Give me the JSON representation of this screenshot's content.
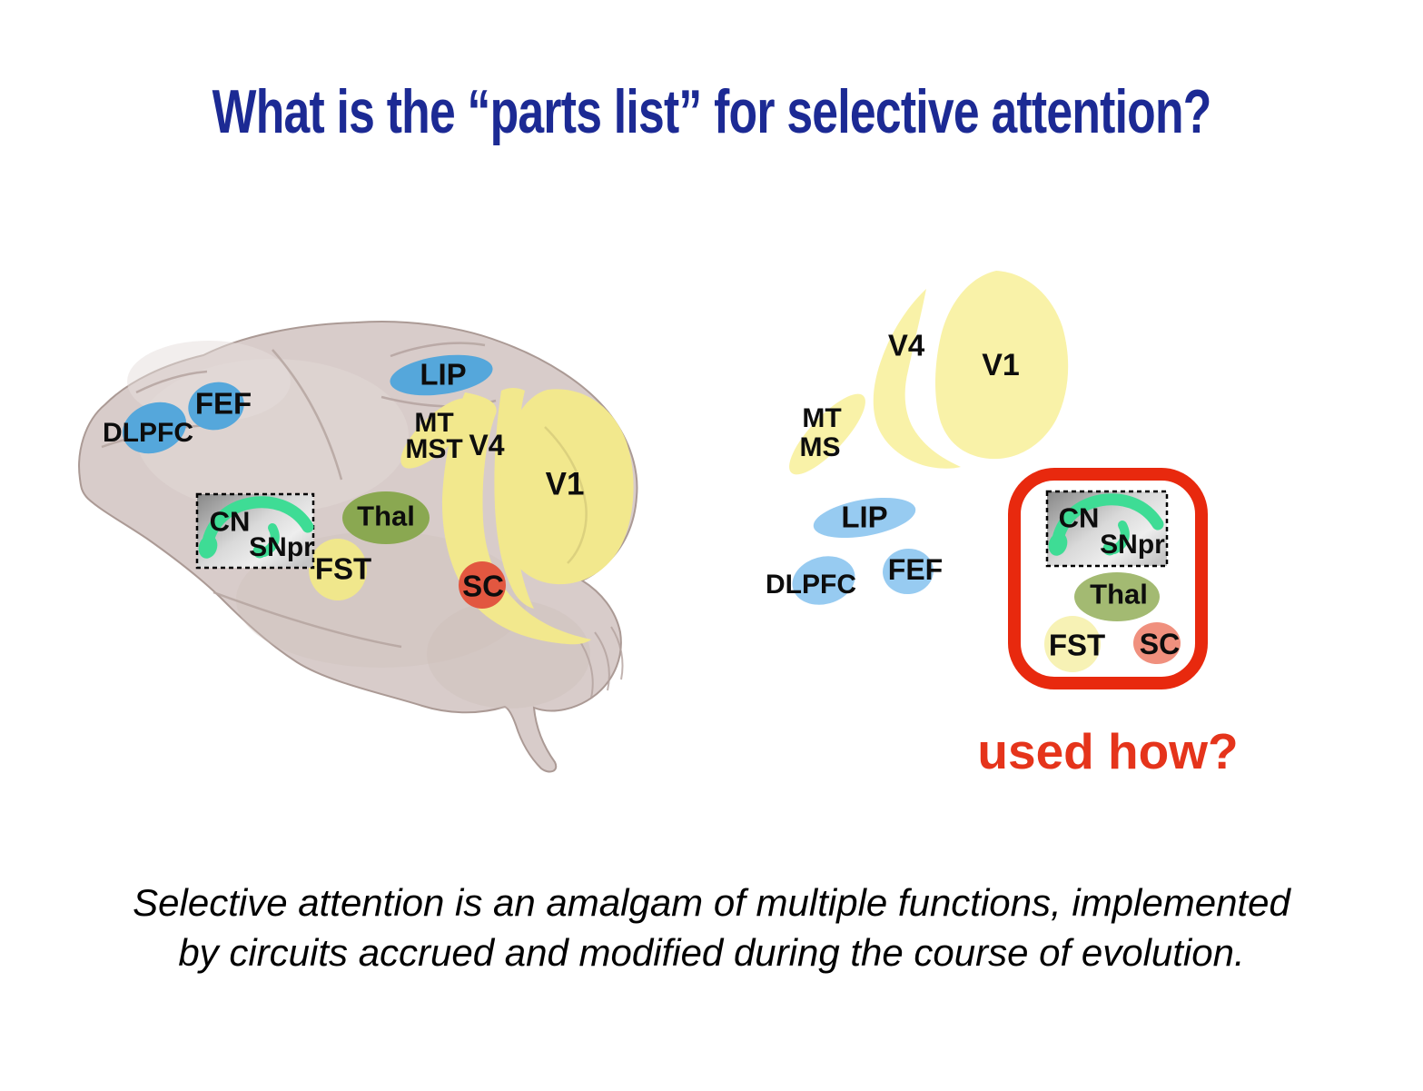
{
  "slide": {
    "title": "What is the “parts list” for selective attention?",
    "question": "used how?",
    "caption": {
      "line1": "Selective attention is an amalgam of multiple functions, implemented",
      "line2": "by circuits accrued and modified during the course of evolution."
    }
  },
  "brain_diagram": {
    "description": "lateral view of macaque brain with attention-related regions",
    "regions": {
      "dlpfc": "DLPFC",
      "fef": "FEF",
      "lip": "LIP",
      "mt": "MT",
      "mst": "MST",
      "v4": "V4",
      "v1": "V1",
      "cn": "CN",
      "snpr": "SNpr",
      "thal": "Thal",
      "fst": "FST",
      "sc": "SC"
    }
  },
  "parts_diagram": {
    "description": "exploded parts list of the same regions, subcortical set circled in red",
    "regions": {
      "v4": "V4",
      "v1": "V1",
      "mt": "MT",
      "ms": "MS",
      "lip": "LIP",
      "fef": "FEF",
      "dlpfc": "DLPFC",
      "cn": "CN",
      "snpr": "SNpr",
      "thal": "Thal",
      "fst": "FST",
      "sc": "SC"
    }
  },
  "colors": {
    "title_text": "#1c2a94",
    "question_text": "#e5341b",
    "highlight_box_red": "#e8290e",
    "visual_yellow": "#f2e88d",
    "visual_yellow_light": "#f9f2a8",
    "frontoparietal_blue": "#55a7db",
    "frontoparietal_blue_light": "#97cbf1",
    "thalamus_green": "#8aa851",
    "thalamus_green_light": "#a3ba72",
    "sc_red": "#e25740",
    "sc_red_light": "#f0907e",
    "basal_ganglia_green": "#3edc95",
    "brain_surface": "#d8ccca",
    "label_text": "#0d0d0d"
  }
}
